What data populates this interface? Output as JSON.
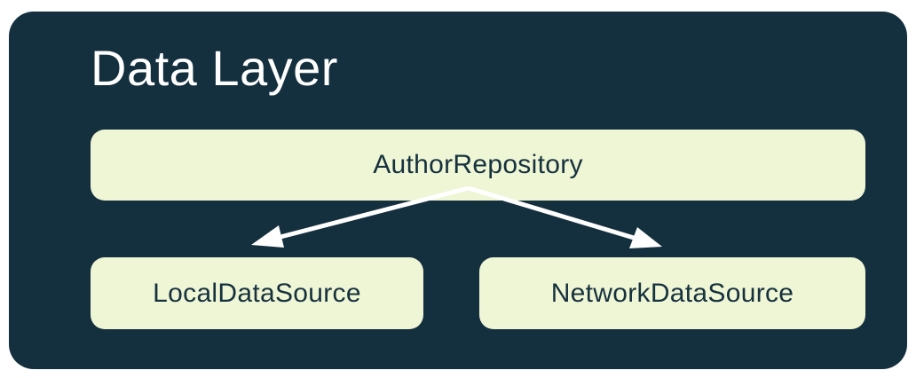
{
  "colors": {
    "page-bg": "#FFFFFF",
    "container-bg": "#142F3E",
    "node-bg": "#EFF6D5",
    "node-text": "#16313E",
    "title-text": "#FFFFFF",
    "arrow": "#FFFFFF"
  },
  "diagram": {
    "title": "Data Layer",
    "nodes": [
      {
        "id": "author-repository",
        "label": "AuthorRepository"
      },
      {
        "id": "local-data-source",
        "label": "LocalDataSource"
      },
      {
        "id": "network-data-source",
        "label": "NetworkDataSource"
      }
    ],
    "edges": [
      {
        "from": "AuthorRepository",
        "to": "LocalDataSource"
      },
      {
        "from": "AuthorRepository",
        "to": "NetworkDataSource"
      }
    ]
  }
}
